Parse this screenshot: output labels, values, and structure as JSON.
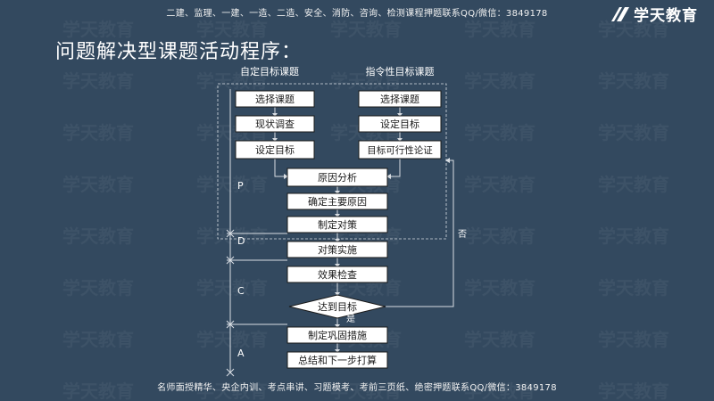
{
  "top_banner": "二建、监理、一建、一造、二造、安全、消防、咨询、检测课程押题联系QQ/微信：3849178",
  "logo": {
    "text": "学天教育"
  },
  "title": "问题解决型课题活动程序：",
  "watermark": {
    "text": "学天教育"
  },
  "flow": {
    "col_left_header": "自定目标课题",
    "col_right_header": "指令性目标课题",
    "left_steps": [
      "选择课题",
      "现状调查",
      "设定目标"
    ],
    "right_steps": [
      "选择课题",
      "设定目标",
      "目标可行性论证"
    ],
    "main_steps": [
      "原因分析",
      "确定主要原因",
      "制定对策",
      "对策实施",
      "效果检查"
    ],
    "decision": "达到目标",
    "yes_label": "是",
    "no_label": "否",
    "after_steps": [
      "制定巩固措施",
      "总结和下一步打算"
    ],
    "phases": [
      "P",
      "D",
      "C",
      "A"
    ]
  },
  "bottom_banner": "名师面授精华、央企内训、考点串讲、习题模考、考前三页纸、绝密押题联系QQ/微信：3849178",
  "colors": {
    "background": "#33495f",
    "box_fill": "#ffffff",
    "box_stroke": "#1a1a1a",
    "line": "#d8dde3"
  }
}
